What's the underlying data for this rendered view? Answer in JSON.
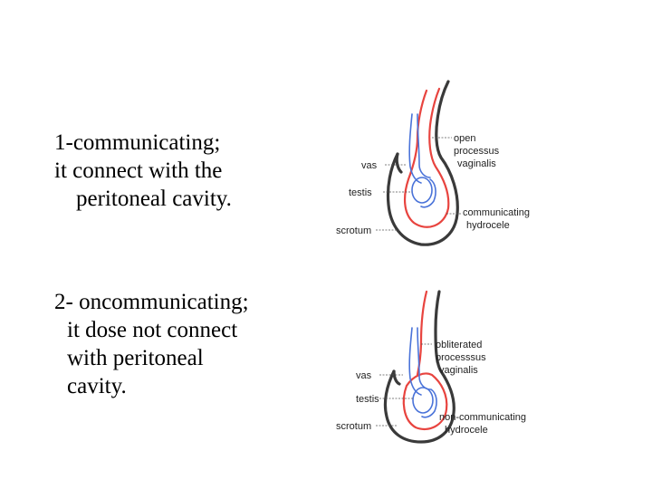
{
  "item1": {
    "line1": "1-communicating;",
    "line2": "it connect with the",
    "line3": "peritoneal cavity."
  },
  "item2": {
    "line1": "2- oncommunicating;",
    "line2": "it dose not connect",
    "line3": "with peritoneal",
    "line4": "cavity."
  },
  "diagram_top": {
    "labels": {
      "vas": "vas",
      "testis": "testis",
      "scrotum": "scrotum",
      "process_1": "open",
      "process_2": "processus",
      "process_3": "vaginalis",
      "hydrocele_1": "communicating",
      "hydrocele_2": "hydrocele"
    }
  },
  "diagram_bottom": {
    "labels": {
      "vas": "vas",
      "testis": "testis",
      "scrotum": "scrotum",
      "process_1": "obliterated",
      "process_2": "processsus",
      "process_3": "vaginalis",
      "hydrocele_1": "non-communicating",
      "hydrocele_2": "hydrocele"
    }
  },
  "colors": {
    "skin": "#3a3a3a",
    "processus": "#e8443f",
    "vas": "#4a73d9"
  }
}
